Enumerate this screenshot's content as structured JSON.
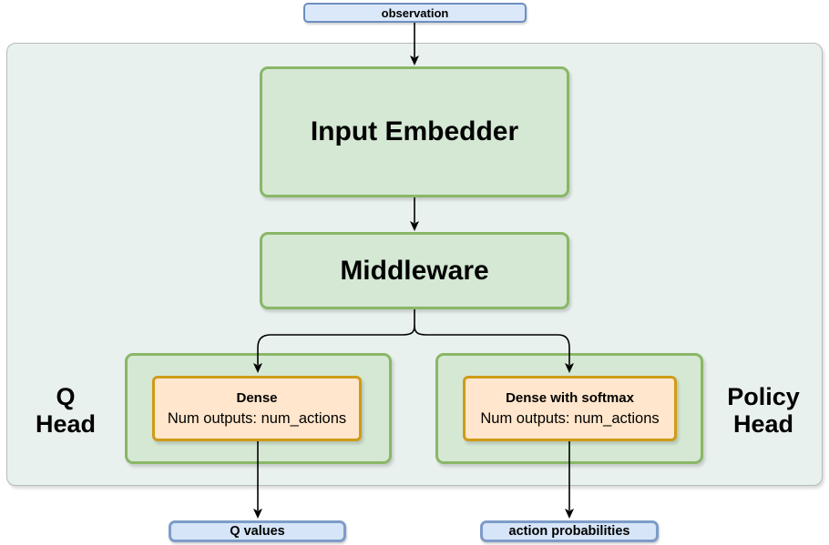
{
  "diagram": {
    "observation": {
      "label": "observation"
    },
    "input_embedder": {
      "label": "Input Embedder"
    },
    "middleware": {
      "label": "Middleware"
    },
    "q_head": {
      "line1": "Q",
      "line2": "Head"
    },
    "policy_head": {
      "line1": "Policy",
      "line2": "Head"
    },
    "dense": {
      "title": "Dense",
      "subtitle": "Num outputs: num_actions"
    },
    "dense_softmax": {
      "title": "Dense with softmax",
      "subtitle": "Num outputs: num_actions"
    },
    "q_values": {
      "label": "Q values"
    },
    "action_probabilities": {
      "label": "action probabilities"
    }
  },
  "colors": {
    "green_fill": "#d5e8d4",
    "green_stroke": "#8ab767",
    "orange_fill": "#ffe6cc",
    "orange_stroke": "#cf9b18",
    "blue_fill_top": "#dbe8fa",
    "blue_stroke_top": "#6c8ebf",
    "blue_fill_bottom": "#d6e5f7",
    "blue_stroke_bottom": "#7e9cc8",
    "container_fill": "#e9f1ee",
    "container_stroke": "#b5bcb9",
    "arrow": "#000000"
  }
}
